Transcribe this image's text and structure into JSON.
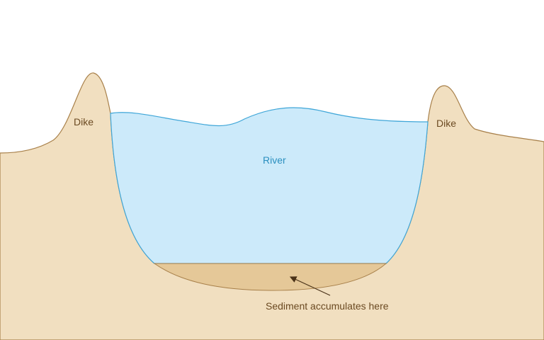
{
  "labels": {
    "dike_left": "Dike",
    "dike_right": "Dike",
    "river": "River",
    "sediment": "Sediment accumulates here"
  },
  "colors": {
    "background": "#ffffff",
    "land_fill": "#f1dfc0",
    "land_stroke": "#a8804a",
    "water_fill": "#cceafa",
    "water_stroke": "#3fa6d8",
    "sediment_fill": "#e5c898",
    "sediment_stroke": "#a8804a",
    "label_dark": "#6b4a22",
    "label_river": "#2a8fbf",
    "arrow": "#4a3218"
  }
}
